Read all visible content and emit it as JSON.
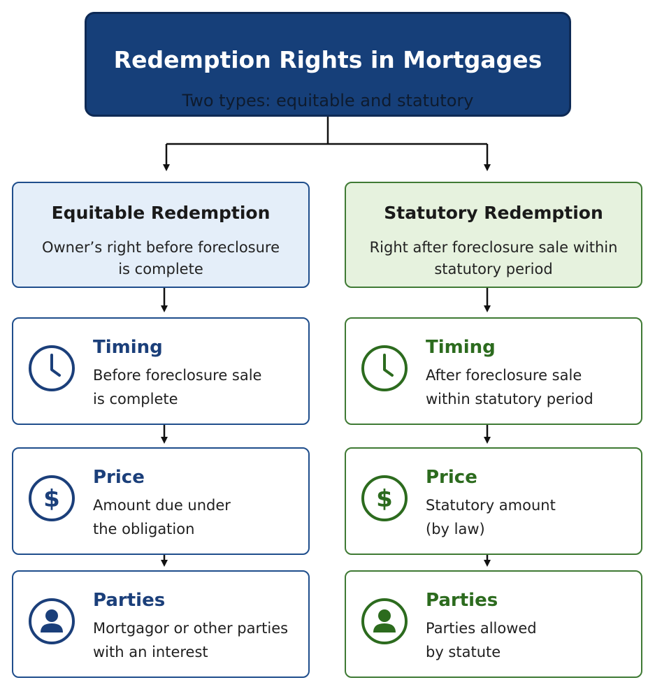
{
  "header": {
    "title": "Redemption Rights in Mortgages",
    "subtitle": "Two types: equitable and statutory"
  },
  "colors": {
    "header_bg": "#163f79",
    "left_accent": "#1f4e8c",
    "left_fill": "#e4eef9",
    "right_accent": "#3f7a34",
    "right_fill": "#e6f2de"
  },
  "left": {
    "title": "Equitable Redemption",
    "description": "Owner’s right before foreclosure is complete",
    "cards": [
      {
        "icon": "clock-icon",
        "title": "Timing",
        "line1": "Before foreclosure sale",
        "line2": "is complete"
      },
      {
        "icon": "dollar-icon",
        "title": "Price",
        "line1": "Amount due under",
        "line2": "the obligation"
      },
      {
        "icon": "person-icon",
        "title": "Parties",
        "line1": "Mortgagor or other parties",
        "line2": "with an interest"
      }
    ]
  },
  "right": {
    "title": "Statutory Redemption",
    "description": "Right after foreclosure sale within statutory period",
    "cards": [
      {
        "icon": "clock-icon",
        "title": "Timing",
        "line1": "After foreclosure sale",
        "line2": "within statutory period"
      },
      {
        "icon": "dollar-icon",
        "title": "Price",
        "line1": "Statutory amount",
        "line2": "(by law)"
      },
      {
        "icon": "person-icon",
        "title": "Parties",
        "line1": "Parties allowed",
        "line2": "by statute"
      }
    ]
  }
}
